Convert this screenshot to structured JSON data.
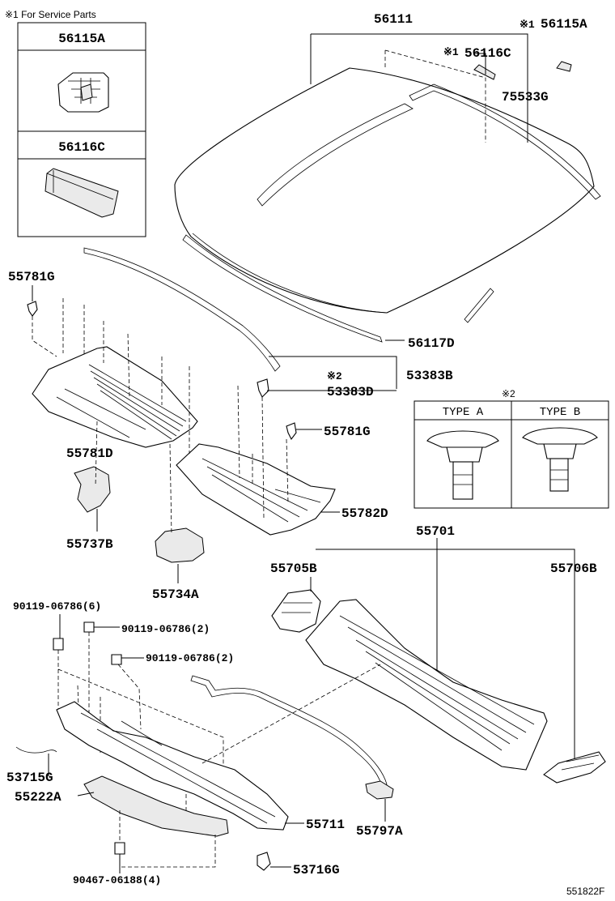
{
  "service_note": "※1 For Service Parts",
  "service_box": {
    "items": [
      {
        "label": "56115A"
      },
      {
        "label": "56116C"
      }
    ]
  },
  "legend_box": {
    "mark": "※2",
    "type_a": "TYPE A",
    "type_b": "TYPE B"
  },
  "marks": {
    "m1": "※1",
    "m2": "※2"
  },
  "labels": {
    "p56111": "56111",
    "p56115A": "56115A",
    "p56116C": "56116C",
    "p75533G": "75533G",
    "p56117D": "56117D",
    "p53383B": "53383B",
    "p53383D": "53383D",
    "p55781G_a": "55781G",
    "p55781G_b": "55781G",
    "p55781D": "55781D",
    "p55782D": "55782D",
    "p55737B": "55737B",
    "p55734A": "55734A",
    "p55701": "55701",
    "p55705B": "55705B",
    "p55706B": "55706B",
    "p90119_6": "90119-06786(6)",
    "p90119_2a": "90119-06786(2)",
    "p90119_2b": "90119-06786(2)",
    "p53715G": "53715G",
    "p55222A": "55222A",
    "p55711": "55711",
    "p55797A": "55797A",
    "p53716G": "53716G",
    "p90467": "90467-06188(4)"
  },
  "figure_code": "551822F"
}
